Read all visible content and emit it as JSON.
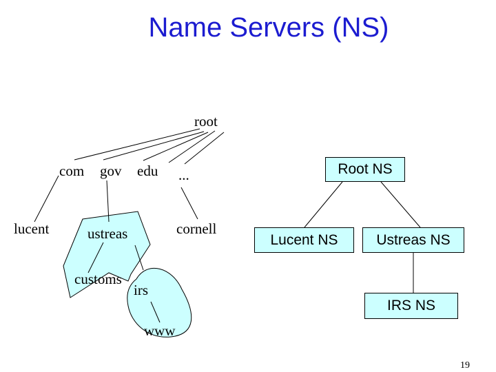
{
  "slide": {
    "title": "Name Servers (NS)",
    "page_number": "19"
  },
  "tree": {
    "root": "root",
    "com": "com",
    "gov": "gov",
    "edu": "edu",
    "ellipsis": "...",
    "lucent": "lucent",
    "ustreas": "ustreas",
    "cornell": "cornell",
    "customs": "customs",
    "irs": "irs",
    "www": "www"
  },
  "ns_tree": {
    "root_ns": "Root NS",
    "lucent_ns": "Lucent NS",
    "ustreas_ns": "Ustreas NS",
    "irs_ns": "IRS NS"
  },
  "colors": {
    "title": "#1c1cd0",
    "zone_fill": "#ccffff"
  }
}
